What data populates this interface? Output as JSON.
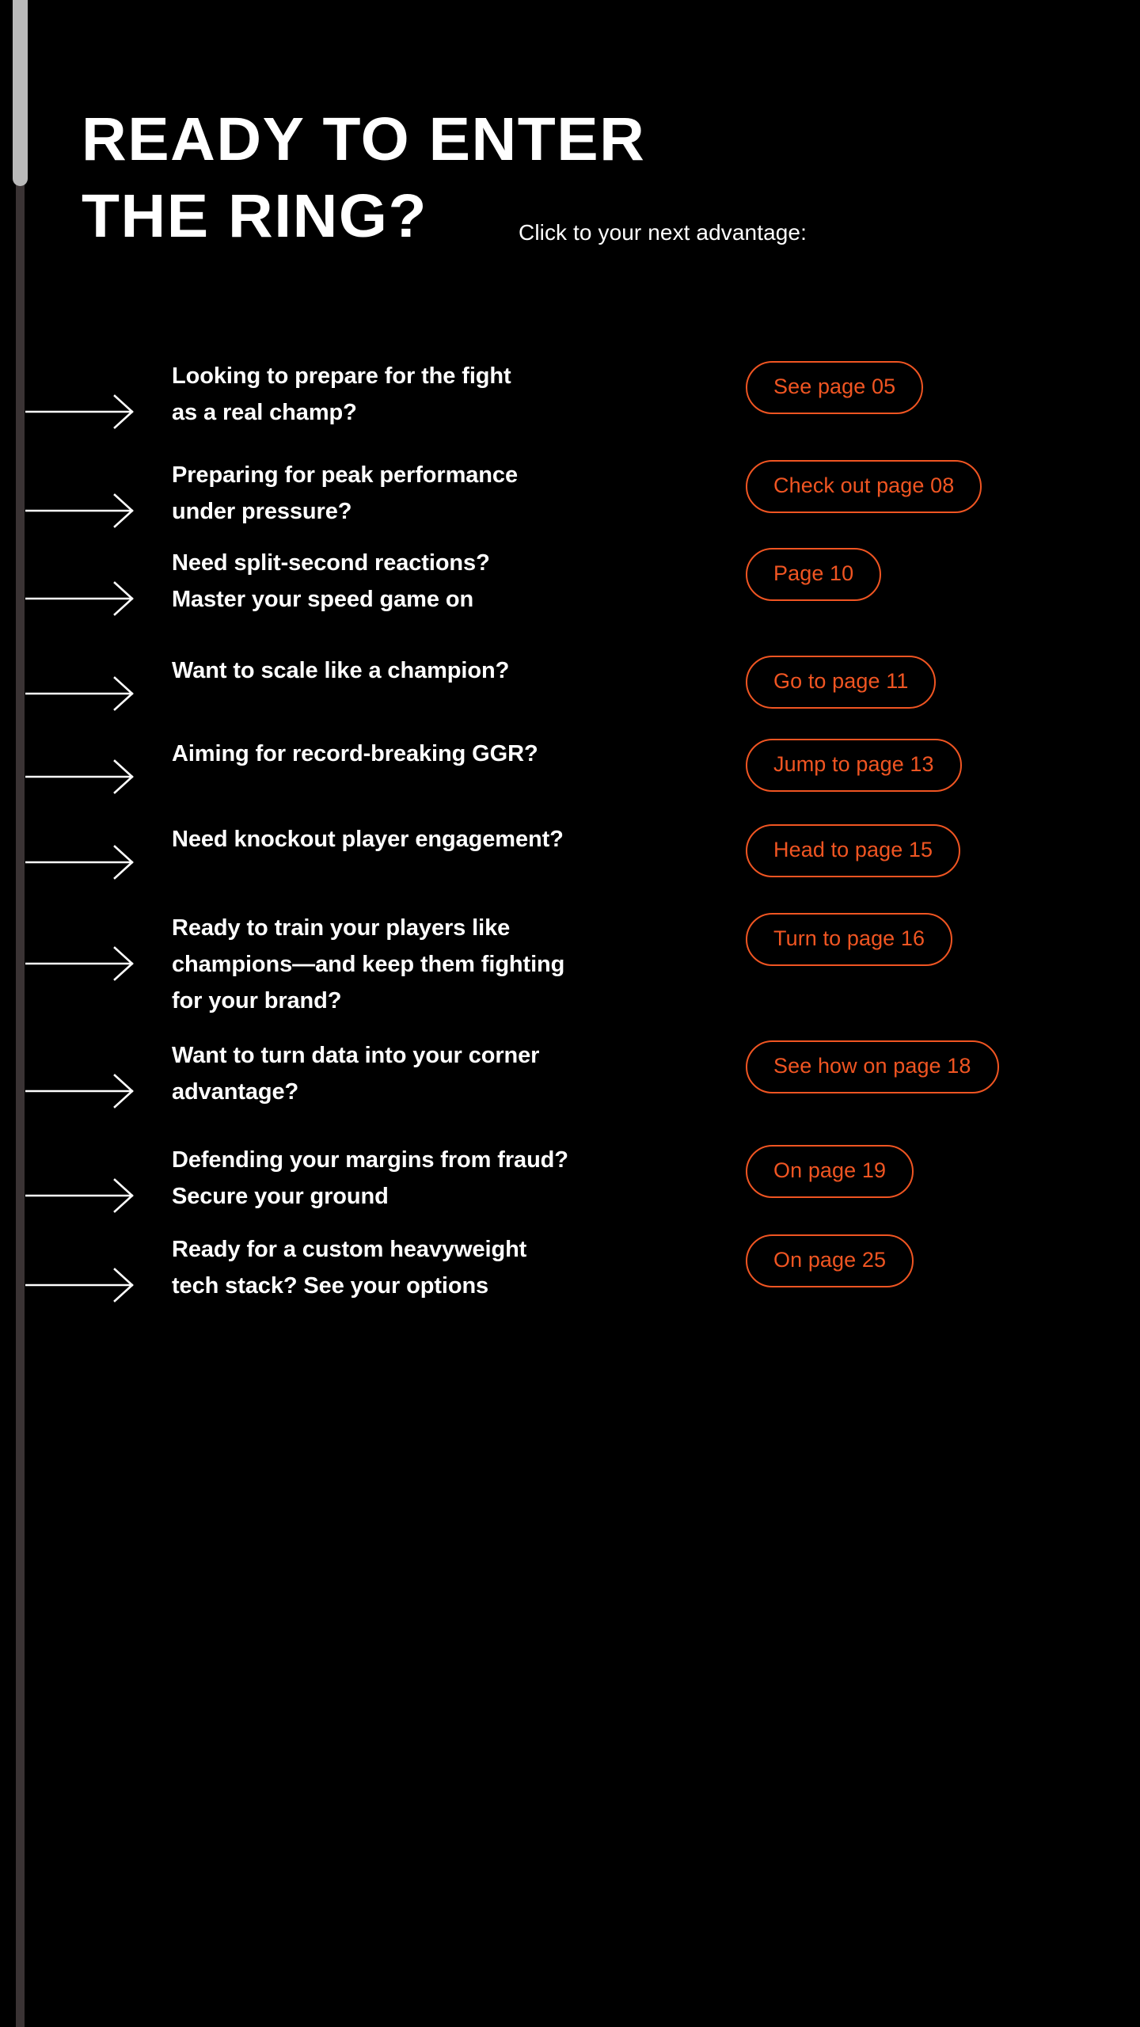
{
  "theme": {
    "background": "#000000",
    "text": "#ffffff",
    "accent": "#f05522",
    "scrollbar_thumb": "#b9b9b9",
    "scrollbar_track": "#3a3334"
  },
  "header": {
    "title": "READY TO ENTER\nTHE RING?",
    "subtitle": "Click to your next advantage:"
  },
  "rows": [
    {
      "question": "Looking to prepare for the fight\nas a real champ?",
      "button": "See page 05",
      "arrow_icon": "arrow-right-icon"
    },
    {
      "question": "Preparing for peak performance\nunder pressure?",
      "button": "Check out page 08",
      "arrow_icon": "arrow-right-icon"
    },
    {
      "question": "Need split-second reactions?\nMaster your speed game on",
      "button": "Page 10",
      "arrow_icon": "arrow-right-icon"
    },
    {
      "question": "Want to scale like a champion?",
      "button": "Go to page 11",
      "arrow_icon": "arrow-right-icon"
    },
    {
      "question": "Aiming for record-breaking GGR?",
      "button": "Jump to page 13",
      "arrow_icon": "arrow-right-icon"
    },
    {
      "question": "Need knockout player engagement?",
      "button": "Head to page 15",
      "arrow_icon": "arrow-right-icon"
    },
    {
      "question": "Ready to train your players like\nchampions—and keep them fighting\nfor your brand?",
      "button": "Turn to page 16",
      "arrow_icon": "arrow-right-icon"
    },
    {
      "question": "Want to turn data into your corner\nadvantage?",
      "button": "See how on page 18",
      "arrow_icon": "arrow-right-icon"
    },
    {
      "question": "Defending your margins from fraud?\nSecure your ground",
      "button": "On page 19",
      "arrow_icon": "arrow-right-icon"
    },
    {
      "question": "Ready for a custom heavyweight\ntech stack? See your options",
      "button": "On page 25",
      "arrow_icon": "arrow-right-icon"
    }
  ]
}
